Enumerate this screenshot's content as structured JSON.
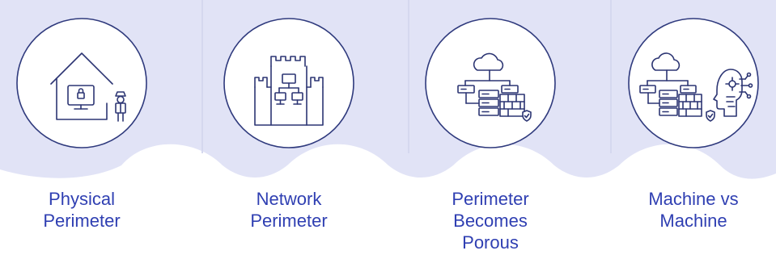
{
  "colors": {
    "band": "#e1e3f6",
    "circle_stroke": "#2f3a7d",
    "label": "#2f3fb2",
    "icon_stroke": "#2c3573"
  },
  "stages": [
    {
      "lines": [
        "Physical",
        "Perimeter"
      ],
      "icon": "house-guard-icon"
    },
    {
      "lines": [
        "Network",
        "Perimeter"
      ],
      "icon": "castle-network-icon"
    },
    {
      "lines": [
        "Perimeter",
        "Becomes",
        "Porous"
      ],
      "icon": "cloud-firewall-icon"
    },
    {
      "lines": [
        "Machine vs",
        "Machine"
      ],
      "icon": "cloud-firewall-ai-icon"
    }
  ]
}
